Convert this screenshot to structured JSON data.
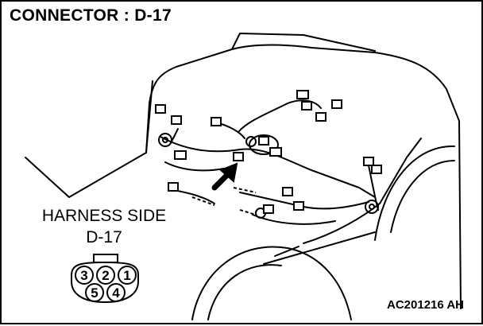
{
  "title": "CONNECTOR : D-17",
  "harness_label": {
    "line1": "HARNESS SIDE",
    "line2": "D-17"
  },
  "connector_pins": {
    "top_row": [
      "3",
      "2",
      "1"
    ],
    "bottom_row": [
      "5",
      "4"
    ]
  },
  "ref_code": "AC201216 AH"
}
